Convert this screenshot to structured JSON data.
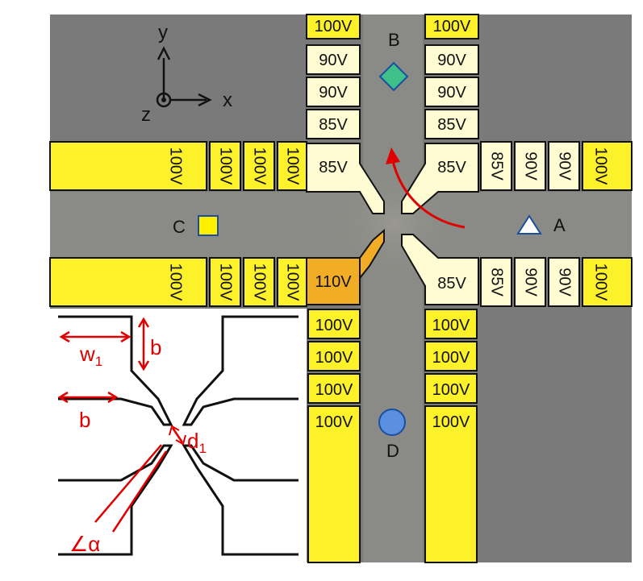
{
  "colors": {
    "background": "#7a7a7a",
    "channel": "#8a8a86",
    "electrode_strong": "#fdf12a",
    "electrode_light": "#fffbd2",
    "electrode_high": "#f2ad26",
    "outline": "#111111",
    "arrow": "#e00000",
    "marker_A": "#ffffff",
    "marker_B": "#3fbf8a",
    "marker_C": "#fff000",
    "marker_D": "#5b8fe0",
    "inset_bg": "#ffffff",
    "annotation": "#e00000"
  },
  "axes": {
    "y": "y",
    "x": "x",
    "z": "z"
  },
  "electrodes": {
    "top_left": [
      "100V",
      "90V",
      "90V",
      "85V",
      "85V"
    ],
    "top_right": [
      "100V",
      "90V",
      "90V",
      "85V",
      "85V"
    ],
    "left_top": [
      "100V",
      "100V",
      "100V",
      "100V"
    ],
    "left_bottom": [
      "100V",
      "100V",
      "100V",
      "100V"
    ],
    "bottom_left": [
      "110V",
      "100V",
      "100V",
      "100V",
      "100V"
    ],
    "bottom_right": [
      "85V",
      "100V",
      "100V",
      "100V",
      "100V"
    ],
    "right_top": [
      "85V",
      "90V",
      "90V",
      "100V"
    ],
    "right_bottom": [
      "85V",
      "90V",
      "90V",
      "100V"
    ]
  },
  "points": {
    "A": "A",
    "B": "B",
    "C": "C",
    "D": "D"
  },
  "inset": {
    "w1": "w",
    "w1_sub": "1",
    "b_vertical": "b",
    "b_horizontal": "b",
    "d1": "d",
    "d1_sub": "1",
    "alpha": "∠α"
  }
}
